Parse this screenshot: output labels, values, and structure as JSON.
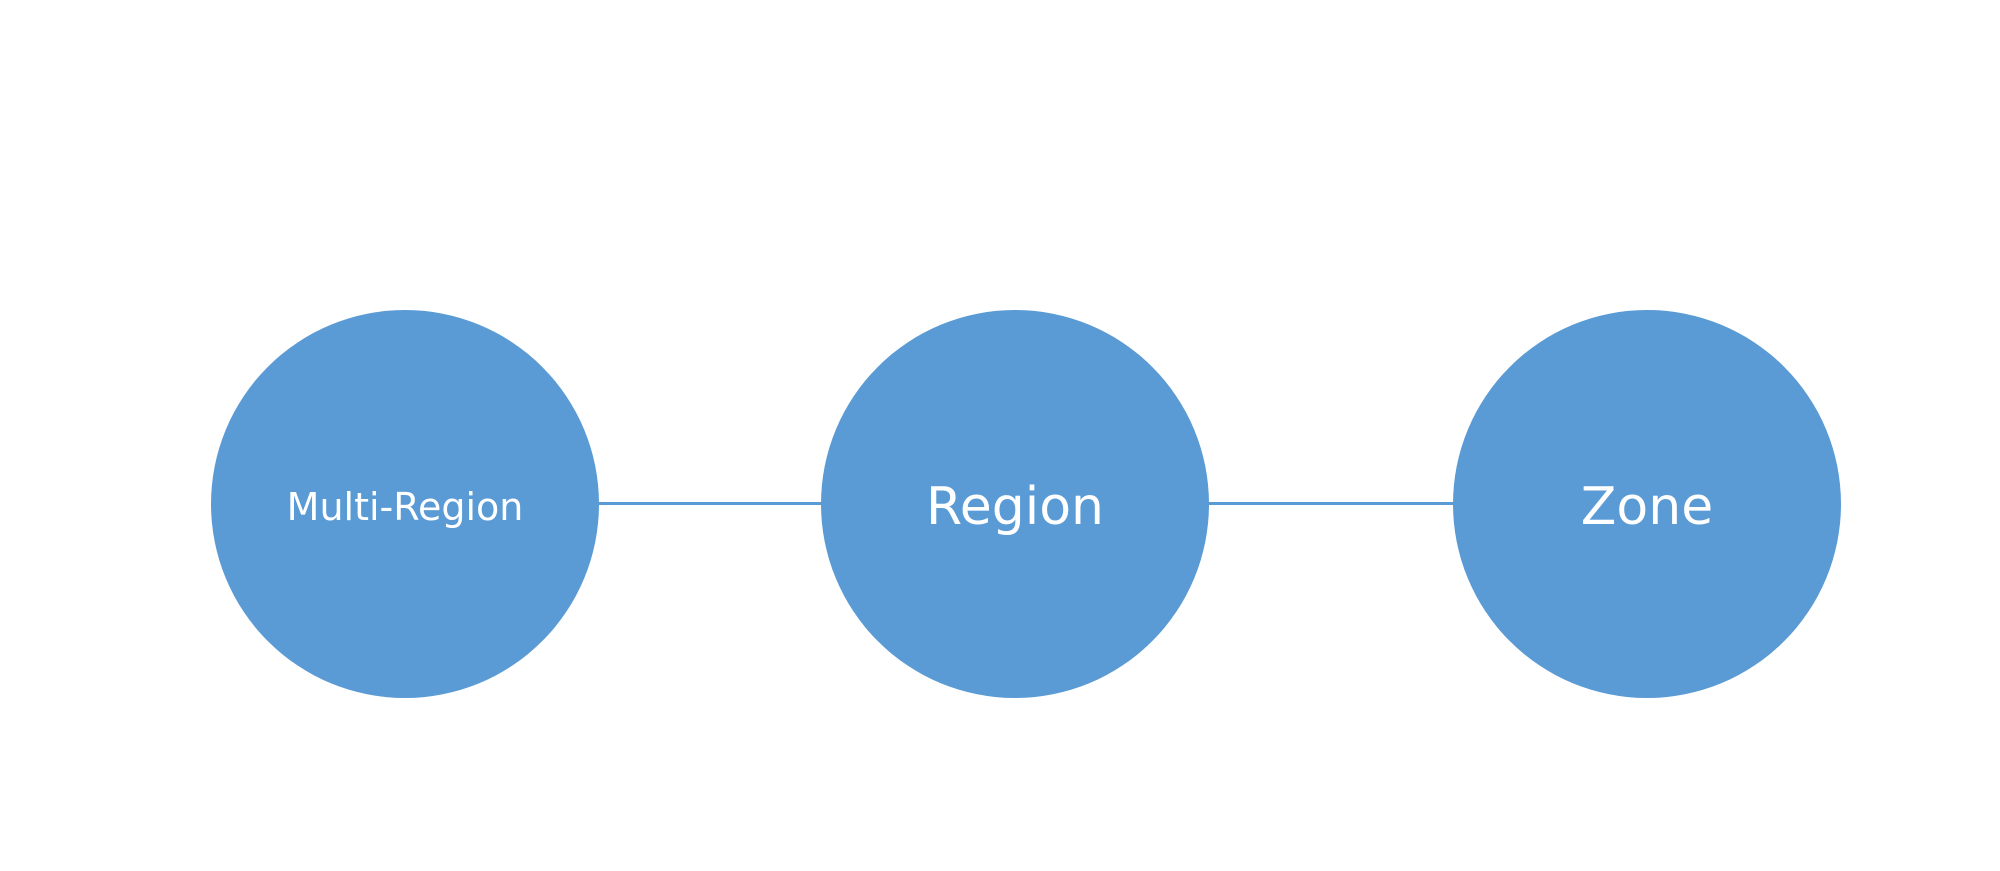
{
  "diagram": {
    "nodes": [
      {
        "label": "Multi-Region"
      },
      {
        "label": "Region"
      },
      {
        "label": "Zone"
      }
    ],
    "colors": {
      "node_fill": "#5b9bd5",
      "connector": "#5b9bd5",
      "label_text": "#ffffff",
      "background": "#ffffff"
    }
  }
}
